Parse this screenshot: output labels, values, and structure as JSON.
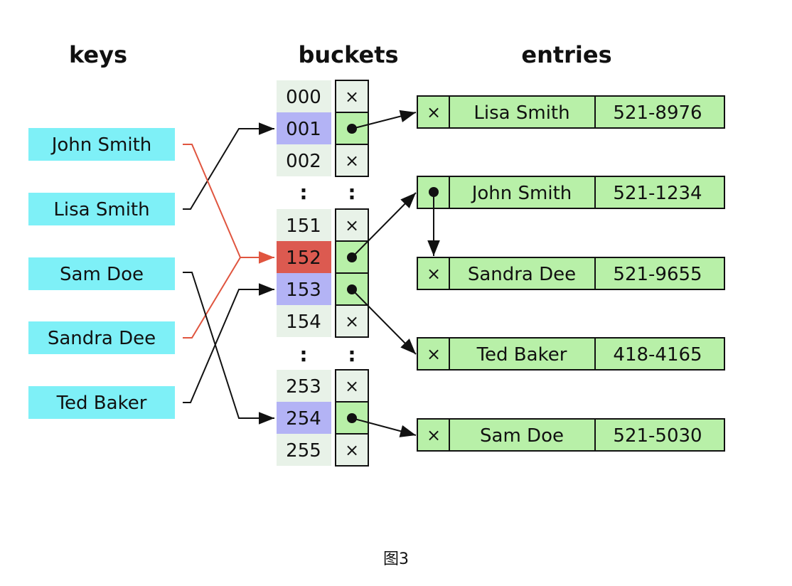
{
  "headers": {
    "keys": "keys",
    "buckets": "buckets",
    "entries": "entries"
  },
  "keys": [
    "John Smith",
    "Lisa Smith",
    "Sam Doe",
    "Sandra Dee",
    "Ted Baker"
  ],
  "buckets": [
    {
      "index": "000",
      "slot": "×"
    },
    {
      "index": "001",
      "slot": ""
    },
    {
      "index": "002",
      "slot": "×"
    },
    {
      "index": "151",
      "slot": "×"
    },
    {
      "index": "152",
      "slot": ""
    },
    {
      "index": "153",
      "slot": ""
    },
    {
      "index": "154",
      "slot": "×"
    },
    {
      "index": "253",
      "slot": "×"
    },
    {
      "index": "254",
      "slot": ""
    },
    {
      "index": "255",
      "slot": "×"
    }
  ],
  "ellipsis": ":",
  "entries": [
    {
      "name": "Lisa Smith",
      "phone": "521-8976",
      "next": "×"
    },
    {
      "name": "John Smith",
      "phone": "521-1234",
      "next": ""
    },
    {
      "name": "Sandra Dee",
      "phone": "521-9655",
      "next": "×"
    },
    {
      "name": "Ted Baker",
      "phone": "418-4165",
      "next": "×"
    },
    {
      "name": "Sam Doe",
      "phone": "521-5030",
      "next": "×"
    }
  ],
  "colors": {
    "key_fill": "#7ef0f7",
    "bucket_index_fill": "#e8f2e8",
    "bucket_used_fill": "#b3b3f5",
    "bucket_collision_fill": "#dc5a50",
    "slot_empty_fill": "#e8f2e8",
    "slot_used_fill": "#b8f0a8",
    "entry_fill": "#b8f0a8",
    "arrow": "#111111",
    "collision_arrow": "#e0553f"
  },
  "caption": "图3"
}
